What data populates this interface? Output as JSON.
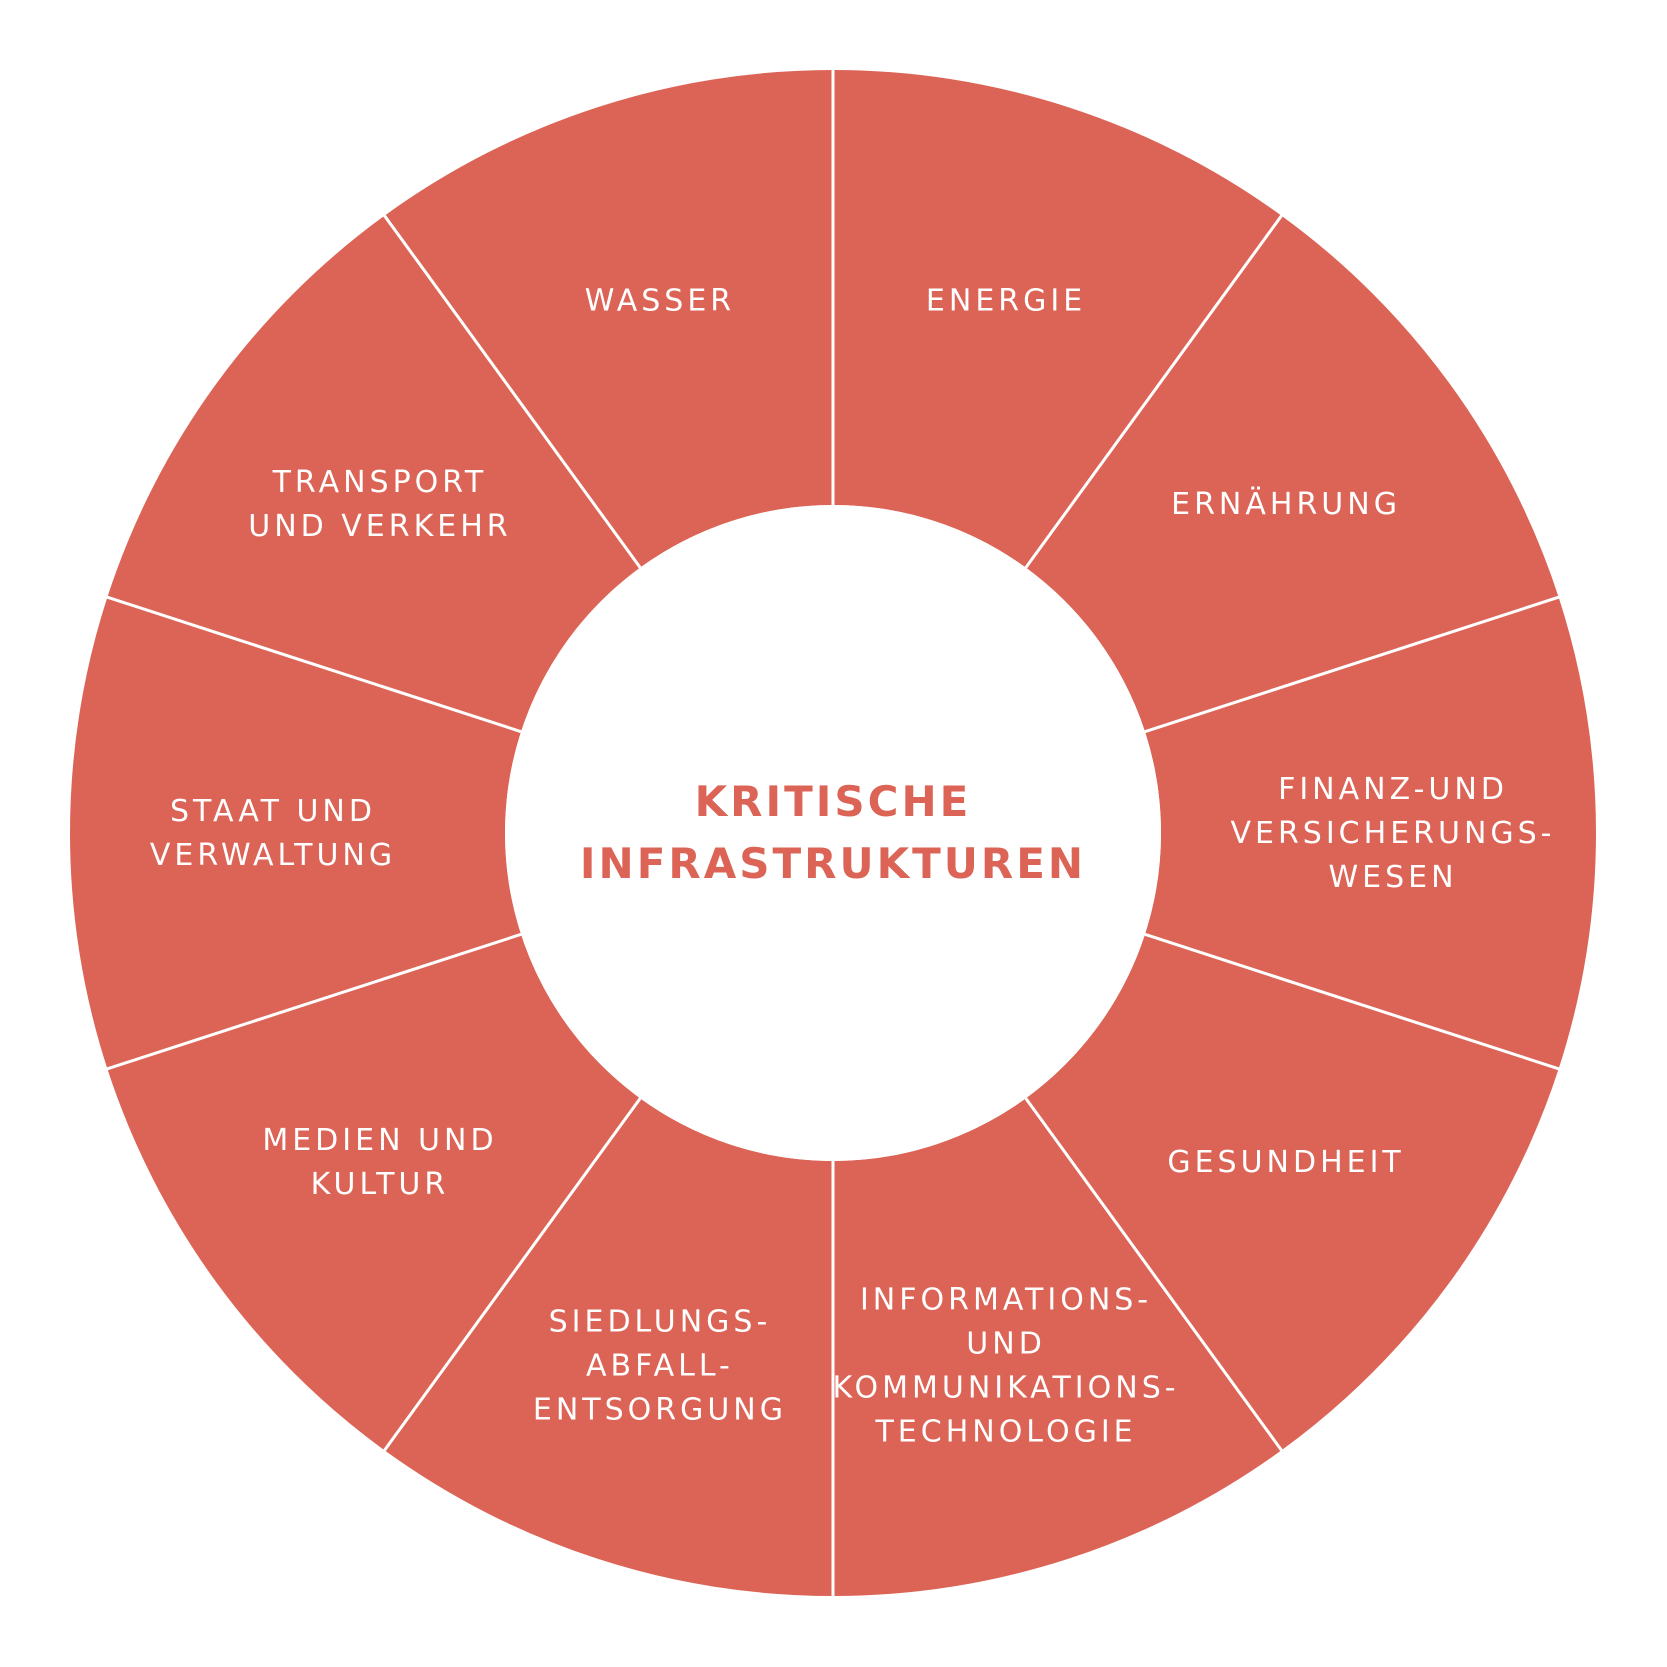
{
  "diagram": {
    "colors": {
      "segment": "#dc6456",
      "divider": "#ffffff",
      "center_fill": "#ffffff",
      "center_text": "#dc6456"
    },
    "center": {
      "lines": [
        "KRITISCHE",
        "INFRASTRUKTUREN"
      ]
    },
    "segments": [
      {
        "id": "energie",
        "lines": [
          "ENERGIE"
        ]
      },
      {
        "id": "ernaehrung",
        "lines": [
          "ERNÄHRUNG"
        ]
      },
      {
        "id": "finanz",
        "lines": [
          "FINANZ-UND",
          "VERSICHERUNGS-",
          "WESEN"
        ]
      },
      {
        "id": "gesundheit",
        "lines": [
          "GESUNDHEIT"
        ]
      },
      {
        "id": "ikt",
        "lines": [
          "INFORMATIONS-",
          "UND",
          "KOMMUNIKATIONS-",
          "TECHNOLOGIE"
        ]
      },
      {
        "id": "siedlungsabfall",
        "lines": [
          "SIEDLUNGS-",
          "ABFALL-",
          "ENTSORGUNG"
        ]
      },
      {
        "id": "medien",
        "lines": [
          "MEDIEN UND",
          "KULTUR"
        ]
      },
      {
        "id": "staat",
        "lines": [
          "STAAT UND",
          "VERWALTUNG"
        ]
      },
      {
        "id": "transport",
        "lines": [
          "TRANSPORT",
          "UND VERKEHR"
        ]
      },
      {
        "id": "wasser",
        "lines": [
          "WASSER"
        ]
      }
    ]
  }
}
